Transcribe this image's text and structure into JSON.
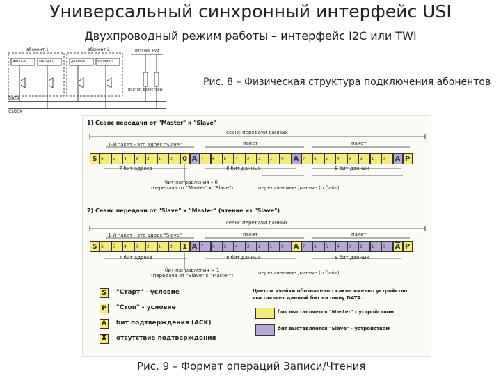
{
  "page": {
    "title": "Универсальный синхронный интерфейс USI",
    "subtitle": "Двухпроводный режим работы – интерфейс I2C или TWI",
    "fig8_caption": "Рис. 8 – Физическая структура подключения абонентов",
    "fig9_caption": "Рис. 9 – Формат операций Записи/Чтения"
  },
  "fig8": {
    "device1": "абонент 1",
    "device2": "абонент 2",
    "data_label": "данные",
    "clock_label": "синхрон",
    "power": "питание +Vd",
    "pullup": "подтяг. резисторы",
    "line_data": "DATA",
    "line_clock": "CLOCK"
  },
  "fig9": {
    "section1": "1) Сеанс передачи от \"Master\" к \"Slave\"",
    "section2": "2) Сеанс передачи от \"Slave\" к \"Master\" (чтение из \"Slave\")",
    "session": "сеанс передачи данных",
    "packet": "пакет",
    "packet1": "1-й пакет - это адрес \"Slave\"",
    "addr7": "7 бит адреса",
    "data8": "8 бит данных",
    "dir0_a": "бит направления – 0",
    "dir0_b": "(передача от \"Master\" к \"Slave\")",
    "dir1_a": "бит направления = 1",
    "dir1_b": "(передача от \"Slave\" к \"Master\")",
    "payload": "передаваемые данные (п байт)",
    "bit0": "0",
    "bit1": "1",
    "S": "S",
    "P": "P",
    "A": "A",
    "bits_addr": [
      "6",
      "5",
      "4",
      "3",
      "2",
      "1",
      "0"
    ],
    "bits_data": [
      "7",
      "6",
      "5",
      "4",
      "3",
      "2",
      "1",
      "0"
    ],
    "legend": {
      "start": "\"Старт\" - условие",
      "stop": "\"Стоп\" - условие",
      "ack": "бит подтверждения (ACK)",
      "nack": "отсутствие подтверждения",
      "color_note_1": "Цветом ячейки обозначено - какое именно устройство",
      "color_note_2": "выставляет данный бит на шину DATA.",
      "master_set": "бит выставляется \"Master\" - устройством",
      "slave_set": "бит выставляется \"Slave\" - устройством"
    },
    "colors": {
      "master": "#f3ec7a",
      "slave": "#b6a9d8"
    }
  }
}
